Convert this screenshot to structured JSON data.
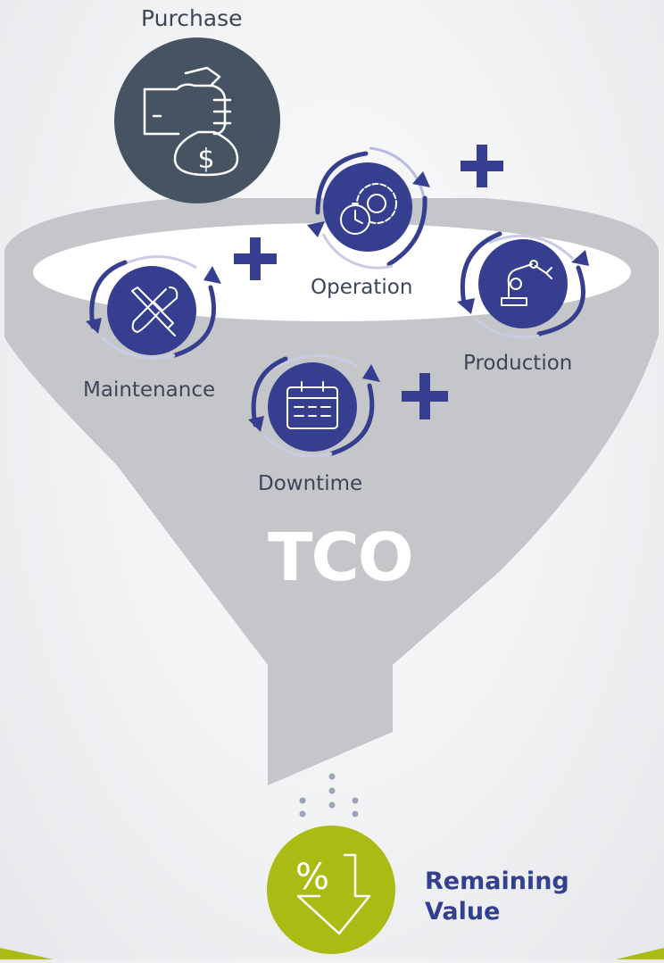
{
  "labels": {
    "purchase": "Purchase",
    "operation": "Operation",
    "production": "Production",
    "maintenance": "Maintenance",
    "downtime": "Downtime",
    "center": "TCO",
    "remaining_line1": "Remaining",
    "remaining_line2": "Value"
  },
  "icons": {
    "purchase": "money-bag-hand-icon",
    "operation": "gear-stopwatch-icon",
    "production": "robot-arm-icon",
    "maintenance": "wrench-screwdriver-icon",
    "downtime": "calendar-icon",
    "remaining": "percent-down-arrow-icon",
    "plus": "plus-icon"
  },
  "colors": {
    "navy": "#363f8f",
    "slate": "#465362",
    "funnel": "#c5c6c9",
    "funnel_mouth": "#ffffff",
    "lime": "#aabb14",
    "text": "#3d4656",
    "accent_text": "#333f8f"
  }
}
